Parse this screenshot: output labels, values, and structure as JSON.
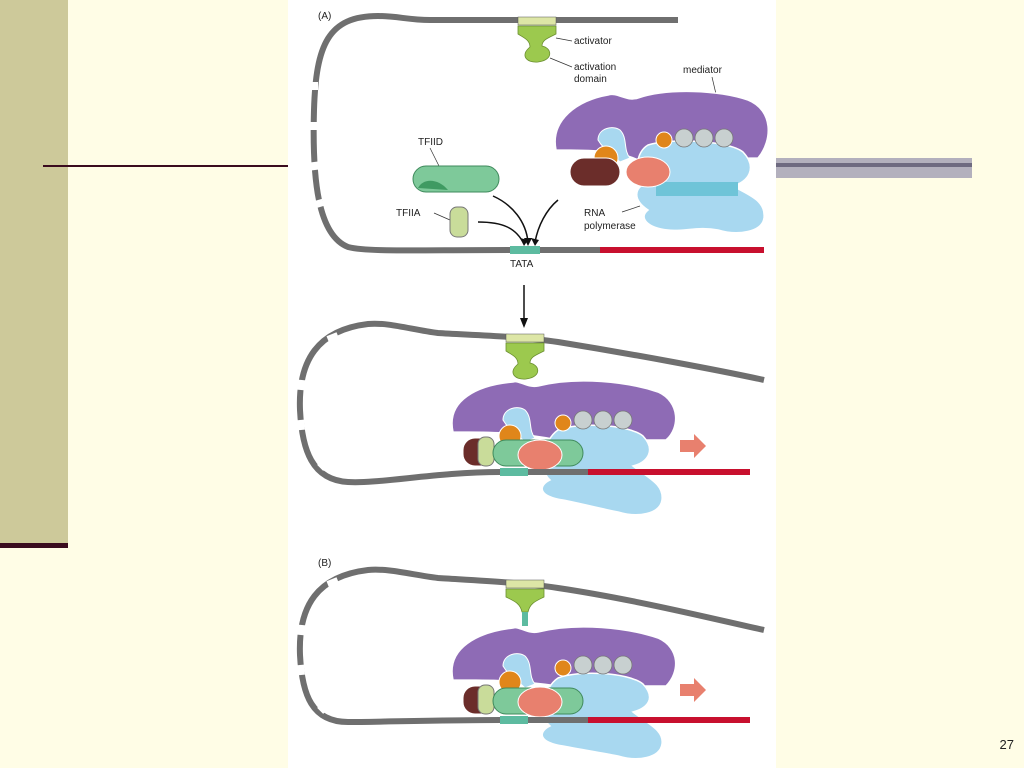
{
  "figure": {
    "panel_a_label": "(A)",
    "panel_b_label": "(B)",
    "labels": {
      "activator": "activator",
      "activation_domain_line1": "activation",
      "activation_domain_line2": "domain",
      "mediator": "mediator",
      "tfiid": "TFIID",
      "tfiia": "TFIIA",
      "rna_polymerase_line1": "RNA",
      "rna_polymerase_line2": "polymerase",
      "tata": "TATA"
    },
    "colors": {
      "dna": "#6f6f6f",
      "coding_region": "#c8102e",
      "activator": "#9cc94e",
      "activator_site": "#dde6a6",
      "mediator": "#8e6bb5",
      "tfiid": "#7ec99a",
      "tfiia": "#c9dc9a",
      "rna_polymerase": "#a8d8f0",
      "tata_box": "#5dbba0",
      "orange_factor": "#e0861a",
      "brown_factor": "#6b2d2a",
      "salmon_factor": "#e8806e",
      "grey_factor": "#c8d0d0",
      "transcription_arrow": "#e8806e"
    }
  },
  "slide_number": "27"
}
